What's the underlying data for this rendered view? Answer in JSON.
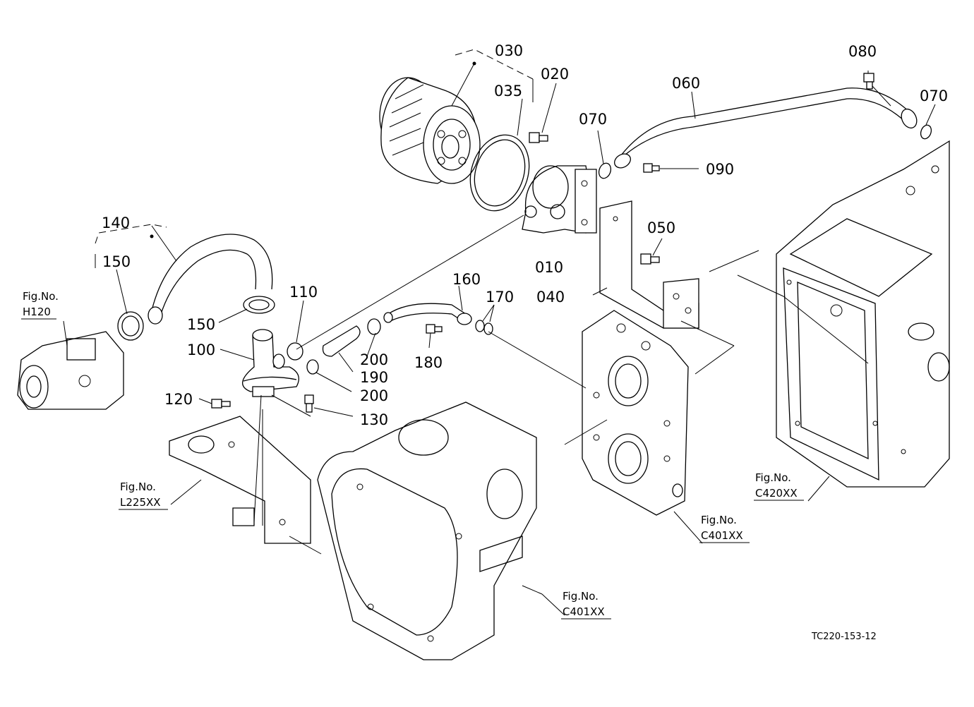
{
  "callouts": [
    {
      "id": "c030",
      "text": "030"
    },
    {
      "id": "c020",
      "text": "020"
    },
    {
      "id": "c035",
      "text": "035"
    },
    {
      "id": "c060",
      "text": "060"
    },
    {
      "id": "c080",
      "text": "080"
    },
    {
      "id": "c070a",
      "text": "070"
    },
    {
      "id": "c070b",
      "text": "070"
    },
    {
      "id": "c090",
      "text": "090"
    },
    {
      "id": "c050",
      "text": "050"
    },
    {
      "id": "c010",
      "text": "010"
    },
    {
      "id": "c040",
      "text": "040"
    },
    {
      "id": "c140",
      "text": "140"
    },
    {
      "id": "c150a",
      "text": "150"
    },
    {
      "id": "c150b",
      "text": "150"
    },
    {
      "id": "c110",
      "text": "110"
    },
    {
      "id": "c100",
      "text": "100"
    },
    {
      "id": "c160",
      "text": "160"
    },
    {
      "id": "c170",
      "text": "170"
    },
    {
      "id": "c200a",
      "text": "200"
    },
    {
      "id": "c190",
      "text": "190"
    },
    {
      "id": "c200b",
      "text": "200"
    },
    {
      "id": "c180",
      "text": "180"
    },
    {
      "id": "c120",
      "text": "120"
    },
    {
      "id": "c130",
      "text": "130"
    }
  ],
  "figure_refs": [
    {
      "id": "h120",
      "line1": "Fig.No.",
      "line2": "H120"
    },
    {
      "id": "l225",
      "line1": "Fig.No.",
      "line2": "L225XX"
    },
    {
      "id": "c401a",
      "line1": "Fig.No.",
      "line2": "C401XX"
    },
    {
      "id": "c401b",
      "line1": "Fig.No.",
      "line2": "C401XX"
    },
    {
      "id": "c420",
      "line1": "Fig.No.",
      "line2": "C420XX"
    }
  ],
  "drawing_number": "TC220-153-12"
}
